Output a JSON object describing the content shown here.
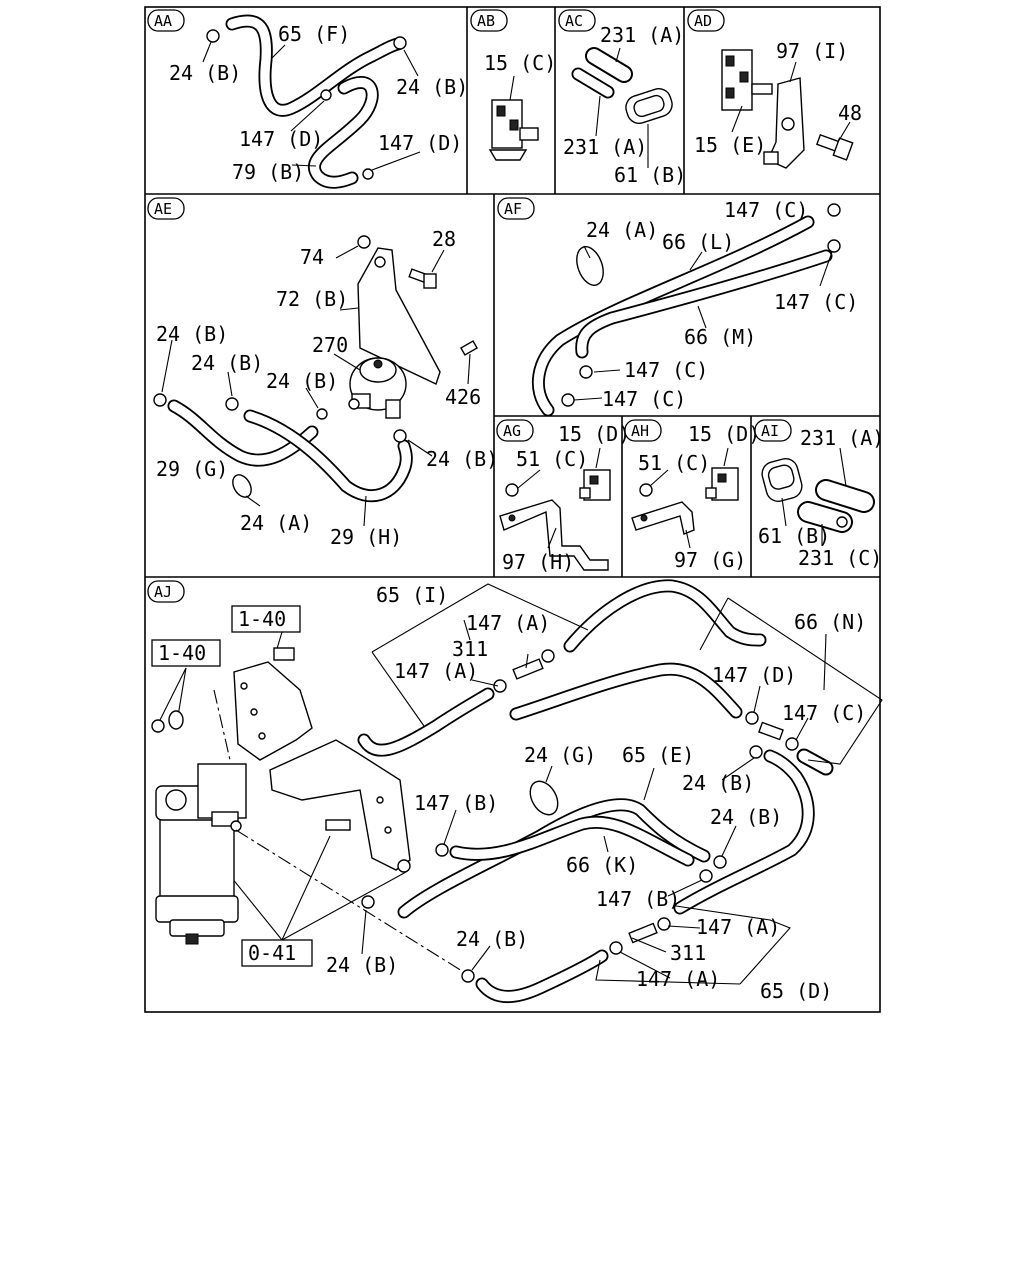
{
  "panels": {
    "aa": {
      "tag": "AA",
      "labels": [
        "65 (F)",
        "24 (B)",
        "24 (B)",
        "147 (D)",
        "147 (D)",
        "79 (B)"
      ]
    },
    "ab": {
      "tag": "AB",
      "labels": [
        "15 (C)"
      ]
    },
    "ac": {
      "tag": "AC",
      "labels": [
        "231 (A)",
        "231 (A)",
        "61 (B)"
      ]
    },
    "ad": {
      "tag": "AD",
      "labels": [
        "97 (I)",
        "48",
        "15 (E)"
      ]
    },
    "ae": {
      "tag": "AE",
      "labels": [
        "74",
        "28",
        "72 (B)",
        "24 (B)",
        "270",
        "24 (B)",
        "24 (B)",
        "426",
        "24 (B)",
        "29 (G)",
        "24 (A)",
        "29 (H)"
      ]
    },
    "af": {
      "tag": "AF",
      "labels": [
        "147 (C)",
        "24 (A)",
        "66 (L)",
        "147 (C)",
        "66 (M)",
        "147 (C)",
        "147 (C)"
      ]
    },
    "ag": {
      "tag": "AG",
      "labels": [
        "15 (D)",
        "51 (C)",
        "97 (H)"
      ]
    },
    "ah": {
      "tag": "AH",
      "labels": [
        "15 (D)",
        "51 (C)",
        "97 (G)"
      ]
    },
    "ai": {
      "tag": "AI",
      "labels": [
        "231 (A)",
        "61 (B)",
        "231 (C)"
      ]
    },
    "aj": {
      "tag": "AJ",
      "labels": [
        "65 (I)",
        "147 (A)",
        "311",
        "147 (A)",
        "66 (N)",
        "147 (D)",
        "147 (C)",
        "24 (G)",
        "65 (E)",
        "24 (B)",
        "147 (B)",
        "24 (B)",
        "66 (K)",
        "147 (B)",
        "147 (A)",
        "24 (B)",
        "311",
        "147 (A)",
        "65 (D)",
        "24 (B)"
      ],
      "refs": [
        "1-40",
        "1-40",
        "0-41"
      ]
    }
  }
}
